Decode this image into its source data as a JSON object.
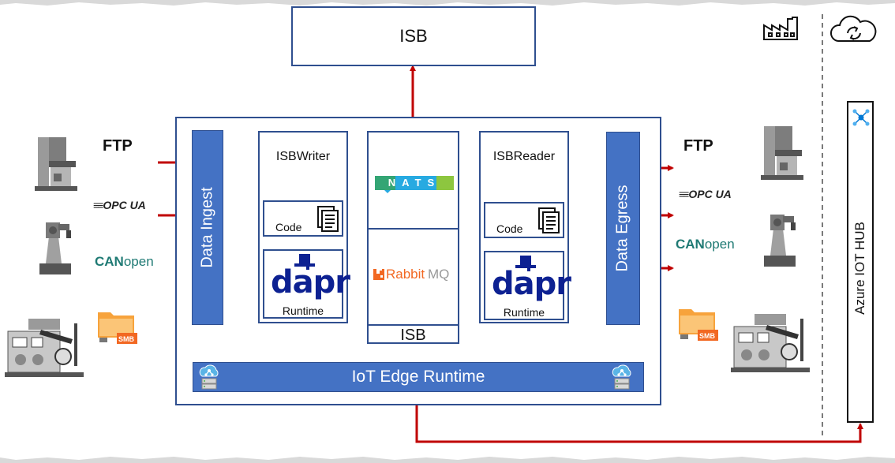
{
  "isb_top": {
    "label": "ISB"
  },
  "data_ingest": {
    "label": "Data Ingest"
  },
  "data_egress": {
    "label": "Data Egress"
  },
  "isb_writer": {
    "title": "ISBWriter",
    "code_label": "Code",
    "dapr_word": "dapr",
    "runtime_label": "Runtime"
  },
  "isb_reader": {
    "title": "ISBReader",
    "code_label": "Code",
    "dapr_word": "dapr",
    "runtime_label": "Runtime"
  },
  "isb_center": {
    "nats_label": "NATS",
    "rabbit_label_a": "Rabbit",
    "rabbit_label_b": "MQ",
    "label": "ISB"
  },
  "iot_edge": {
    "label": "IoT Edge Runtime"
  },
  "left_protocols": {
    "ftp": "FTP",
    "opcua": "OPC UA",
    "can_a": "CAN",
    "can_b": "open",
    "smb": "SMB"
  },
  "right_protocols": {
    "ftp": "FTP",
    "opcua": "OPC UA",
    "can_a": "CAN",
    "can_b": "open",
    "smb": "SMB"
  },
  "azure": {
    "label": "Azure IOT HUB"
  },
  "colors": {
    "blue": "#4472c4",
    "navy": "#2f4f8f",
    "arrow": "#c00000",
    "dapr": "#0d2192",
    "nats": "#27aae1",
    "rabbit": "#f26822"
  }
}
